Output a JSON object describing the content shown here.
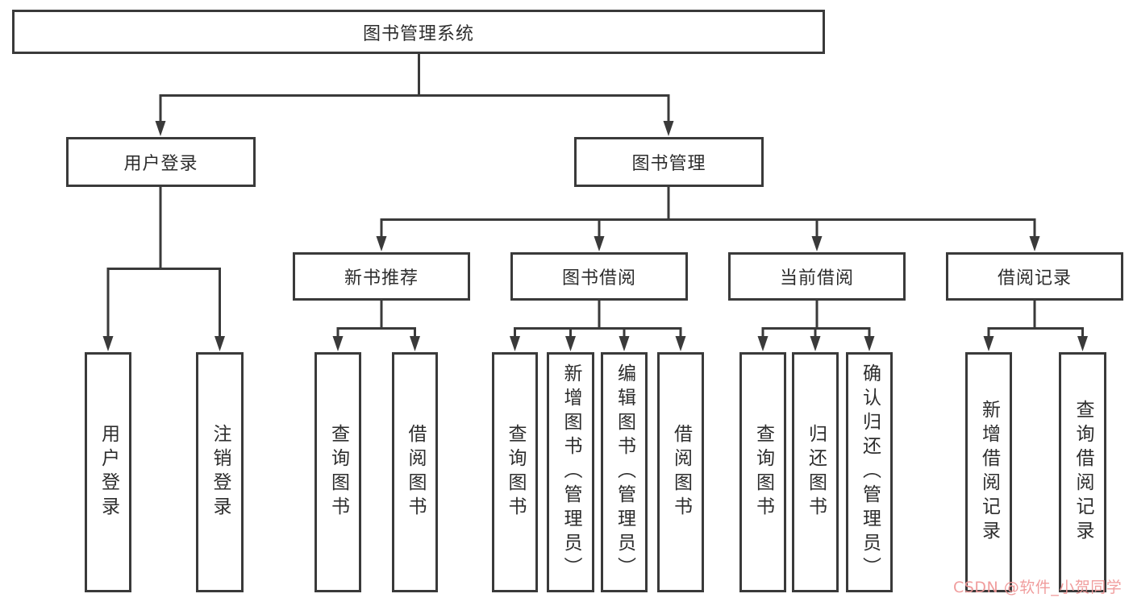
{
  "diagram": {
    "root": "图书管理系统",
    "level2": [
      {
        "label": "用户登录",
        "leaves": [
          "用户登录",
          "注销登录"
        ]
      },
      {
        "label": "图书管理",
        "groups": [
          {
            "label": "新书推荐",
            "leaves": [
              "查询图书",
              "借阅图书"
            ]
          },
          {
            "label": "图书借阅",
            "leaves": [
              "查询图书",
              "新增图书（管理员）",
              "编辑图书（管理员）",
              "借阅图书"
            ]
          },
          {
            "label": "当前借阅",
            "leaves": [
              "查询图书",
              "归还图书",
              "确认归还（管理员）"
            ]
          },
          {
            "label": "借阅记录",
            "leaves": [
              "新增借阅记录",
              "查询借阅记录"
            ]
          }
        ]
      }
    ]
  },
  "watermark": {
    "text": "CSDN @软件_小贺同学"
  },
  "colors": {
    "line": "#3a3a3a",
    "text": "#2d2d2d",
    "watermark": "#f09898",
    "background": "#ffffff"
  }
}
